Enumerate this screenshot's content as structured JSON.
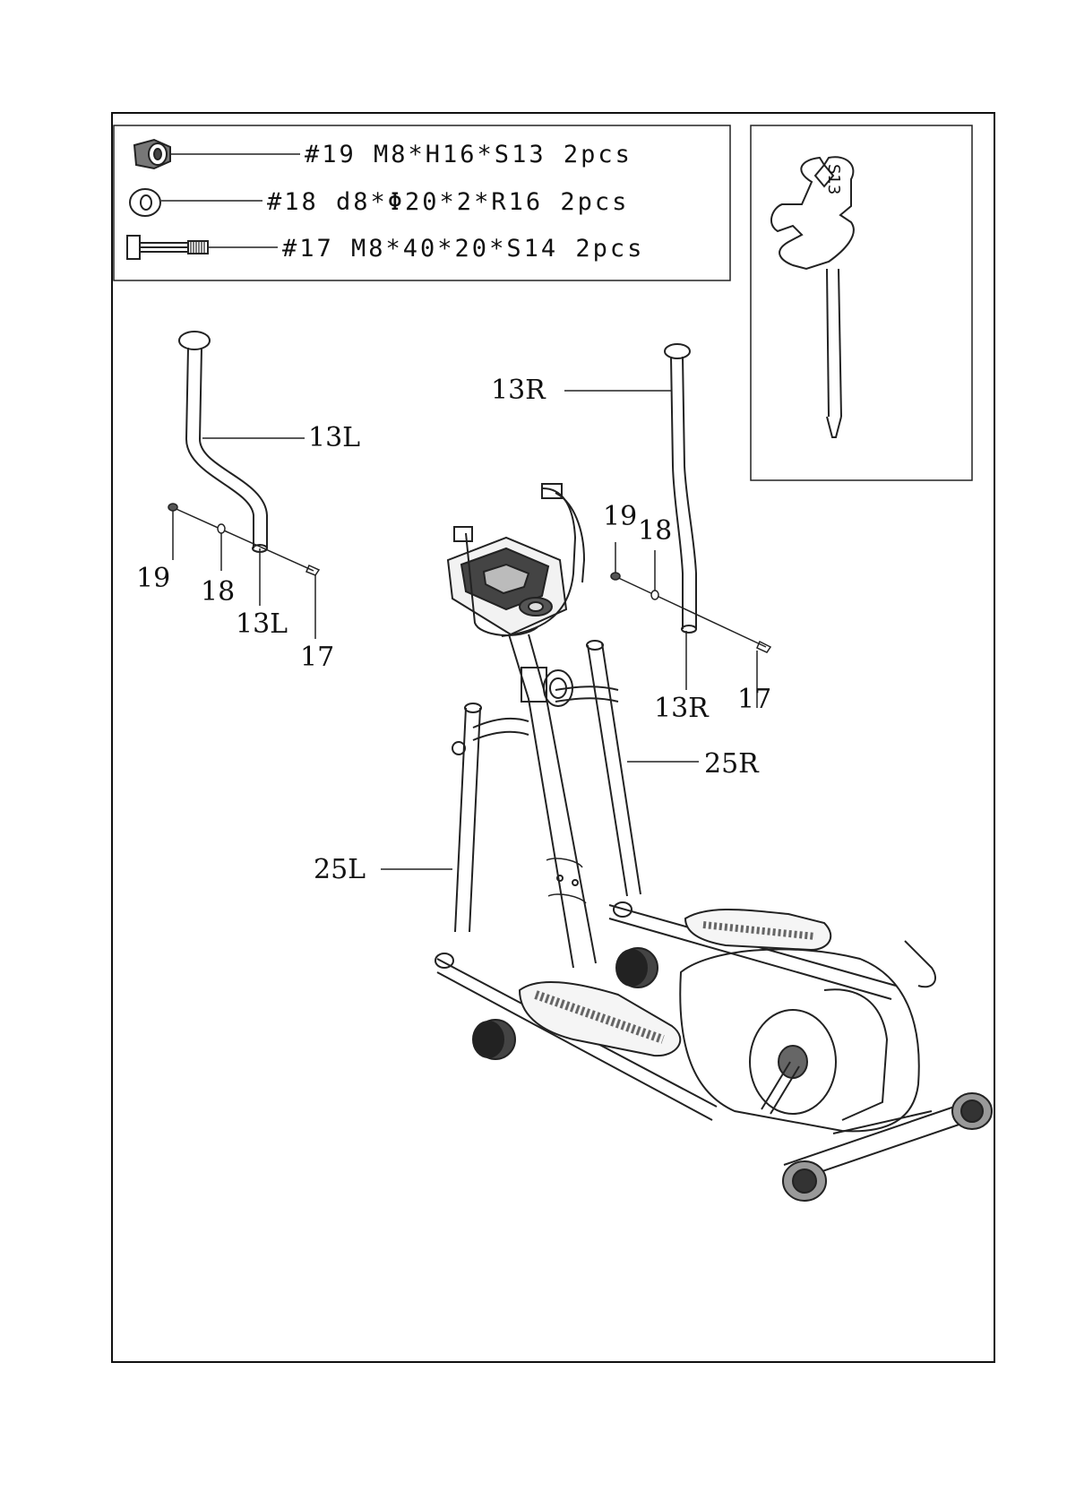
{
  "hardware": [
    {
      "spec": "#19 M8*H16*S13 2pcs",
      "icon": "nut-icon"
    },
    {
      "spec": "#18 d8*Φ20*2*R16 2pcs",
      "icon": "washer-icon"
    },
    {
      "spec": "#17 M8*40*20*S14 2pcs",
      "icon": "bolt-icon"
    }
  ],
  "tool": {
    "mark": "S13",
    "icon": "wrench-screwdriver-icon"
  },
  "labels": {
    "left_handle_top": "13L",
    "left_nut": "19",
    "left_washer": "18",
    "left_handle_bottom": "13L",
    "left_bolt": "17",
    "right_handle_top": "13R",
    "right_nut": "19",
    "right_washer": "18",
    "right_handle_bottom": "13R",
    "right_bolt": "17",
    "right_arm": "25R",
    "left_arm": "25L"
  }
}
